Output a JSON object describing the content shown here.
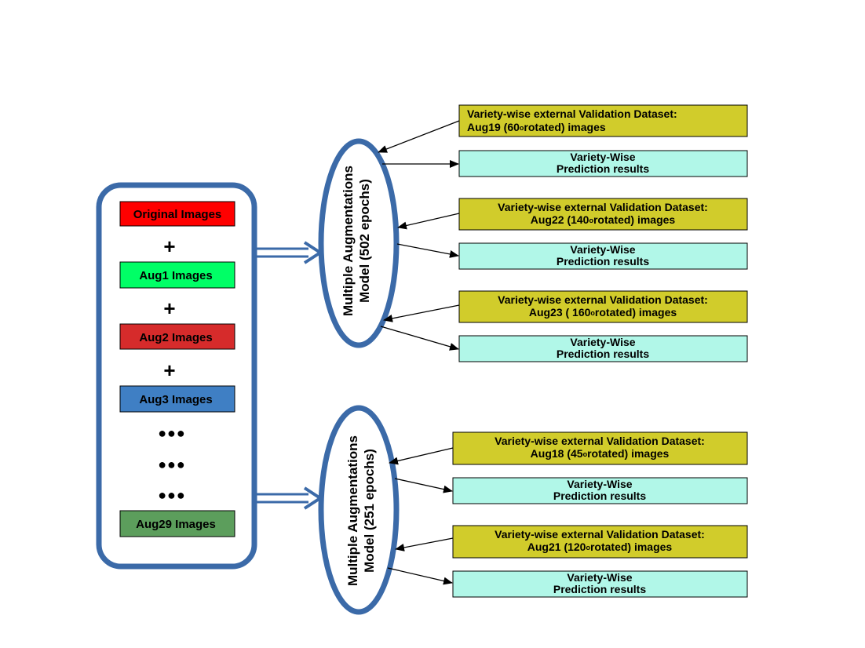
{
  "inputs": {
    "original": {
      "label": "Original Images",
      "color": "#ff0000"
    },
    "aug1": {
      "label": "Aug1 Images",
      "color": "#00ff66"
    },
    "aug2": {
      "label": "Aug2 Images",
      "color": "#d62b2b"
    },
    "aug3": {
      "label": "Aug3 Images",
      "color": "#3f7fc4"
    },
    "aug29": {
      "label": "Aug29 Images",
      "color": "#5c9e5c"
    },
    "plus": "+",
    "dots": "●●●"
  },
  "models": {
    "top": {
      "line1": "Multiple Augmentations",
      "line2": "Model (502 epochs)"
    },
    "bottom": {
      "line1": "Multiple Augmentations",
      "line2": "Model (251 epochs)"
    }
  },
  "prediction": {
    "line1": "Variety-Wise",
    "line2": "Prediction results"
  },
  "validation": {
    "prefix": "Variety-wise external Validation Dataset:",
    "aug19": {
      "a": "Aug19 (60",
      "b": "rotated)  images"
    },
    "aug22": {
      "a": "Aug22 (140",
      "b": "rotated) images"
    },
    "aug23": {
      "a": "Aug23 ( 160",
      "b": "rotated) images"
    },
    "aug18": {
      "a": "Aug18 (45",
      "b": "rotated) images"
    },
    "aug21": {
      "a": "Aug21 (120",
      "b": "rotated) images"
    },
    "degree": "o"
  },
  "colors": {
    "container_border": "#3b6aa8",
    "validation_fill": "#d1cc2b",
    "prediction_fill": "#b1f7e8"
  }
}
